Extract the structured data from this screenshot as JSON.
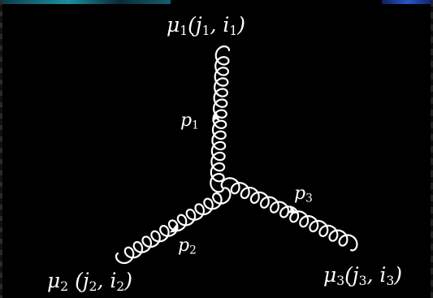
{
  "labels": {
    "mu1": "μ1(j1, i1)",
    "mu2": "μ2 (j2, i2)",
    "mu3": "μ3(j3, i3)",
    "p1": "p1",
    "p2": "p2",
    "p3": "p3"
  },
  "colors": {
    "background": "#000000",
    "line": "#ffffff"
  }
}
